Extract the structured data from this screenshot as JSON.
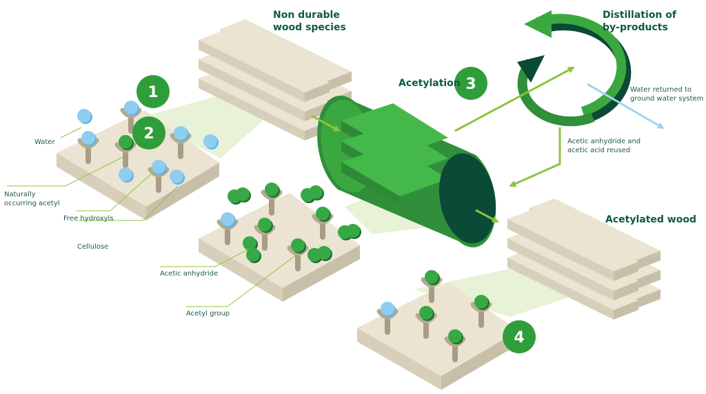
{
  "headings": {
    "non_durable": [
      "Non durable",
      "wood species"
    ],
    "acetylation": "Acetylation",
    "distillation": [
      "Distillation of",
      "by-products"
    ],
    "acetylated_wood": "Acetylated wood"
  },
  "steps": [
    "1",
    "2",
    "3",
    "4"
  ],
  "labels": {
    "water": "Water",
    "naturally_occurring_acetyl": [
      "Naturally",
      "occurring acetyl"
    ],
    "free_hydroxyls": "Free hydroxyls",
    "cellulose": "Cellulose",
    "acetic_anhydride": "Acetic anhydride",
    "acetyl_group": "Acetyl group",
    "water_returned": [
      "Water returned to",
      "ground water system"
    ],
    "reused": [
      "Acetic anhydride and",
      "acetic acid reused"
    ]
  },
  "colors": {
    "green_dark": "#0b4a36",
    "green_mid": "#2f8f3a",
    "green_light": "#3aa83f",
    "lime": "#8cc43f",
    "wood_top": "#ece4d2",
    "wood_side": "#c8bfa9",
    "water_blue": "#8ecdf0",
    "arrow_blue": "#9fd3f0",
    "heading_text": "#0e5a3f"
  }
}
